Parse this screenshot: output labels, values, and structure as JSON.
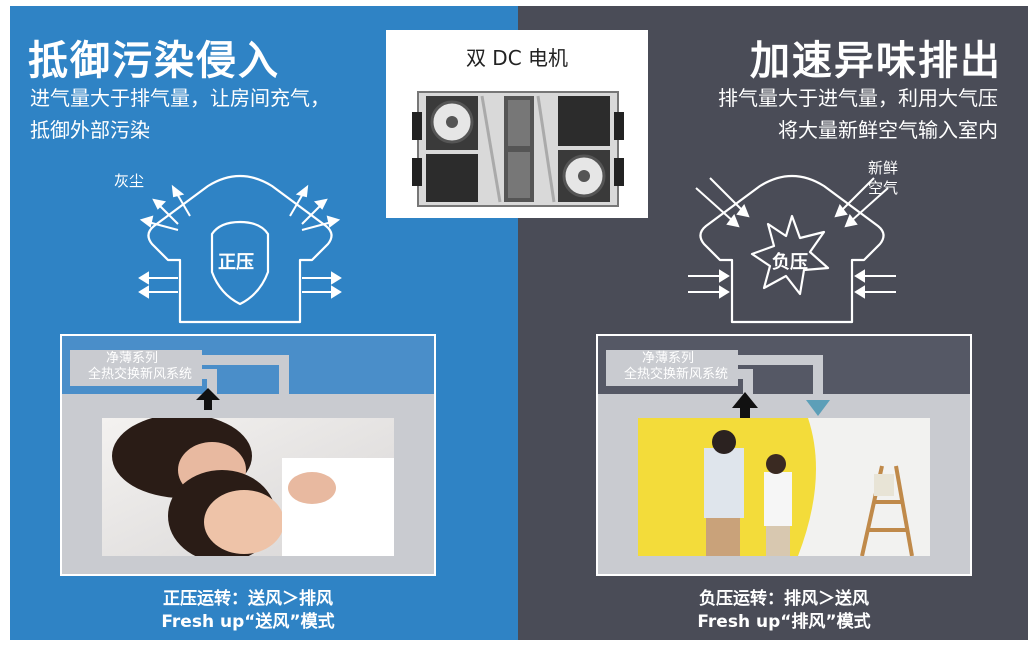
{
  "left": {
    "title": "抵御污染侵入",
    "subtitle_lines": [
      "进气量大于排气量，让房间充气，",
      "抵御外部污染"
    ],
    "dust_label": "灰尘",
    "pressure_label": "正压",
    "duct_label_lines": [
      "净薄系列",
      "全热交换新风系统"
    ],
    "caption_lines": [
      "正压运转：送风＞排风",
      "Fresh up“送风”模式"
    ]
  },
  "right": {
    "title": "加速异味排出",
    "subtitle_lines": [
      "排气量大于进气量，利用大气压",
      "将大量新鲜空气输入室内"
    ],
    "fresh_air_label_lines": [
      "新鲜",
      "空气"
    ],
    "pressure_label": "负压",
    "duct_label_lines": [
      "净薄系列",
      "全热交换新风系统"
    ],
    "caption_lines": [
      "负压运转：排风＞送风",
      "Fresh up“排风”模式"
    ]
  },
  "product": {
    "title": "双 DC 电机"
  },
  "colors": {
    "left_bg": "#2f83c5",
    "right_bg": "#4a4c57",
    "duct": "#c9cbd0",
    "supply_arrow": "#5d9fb8"
  }
}
